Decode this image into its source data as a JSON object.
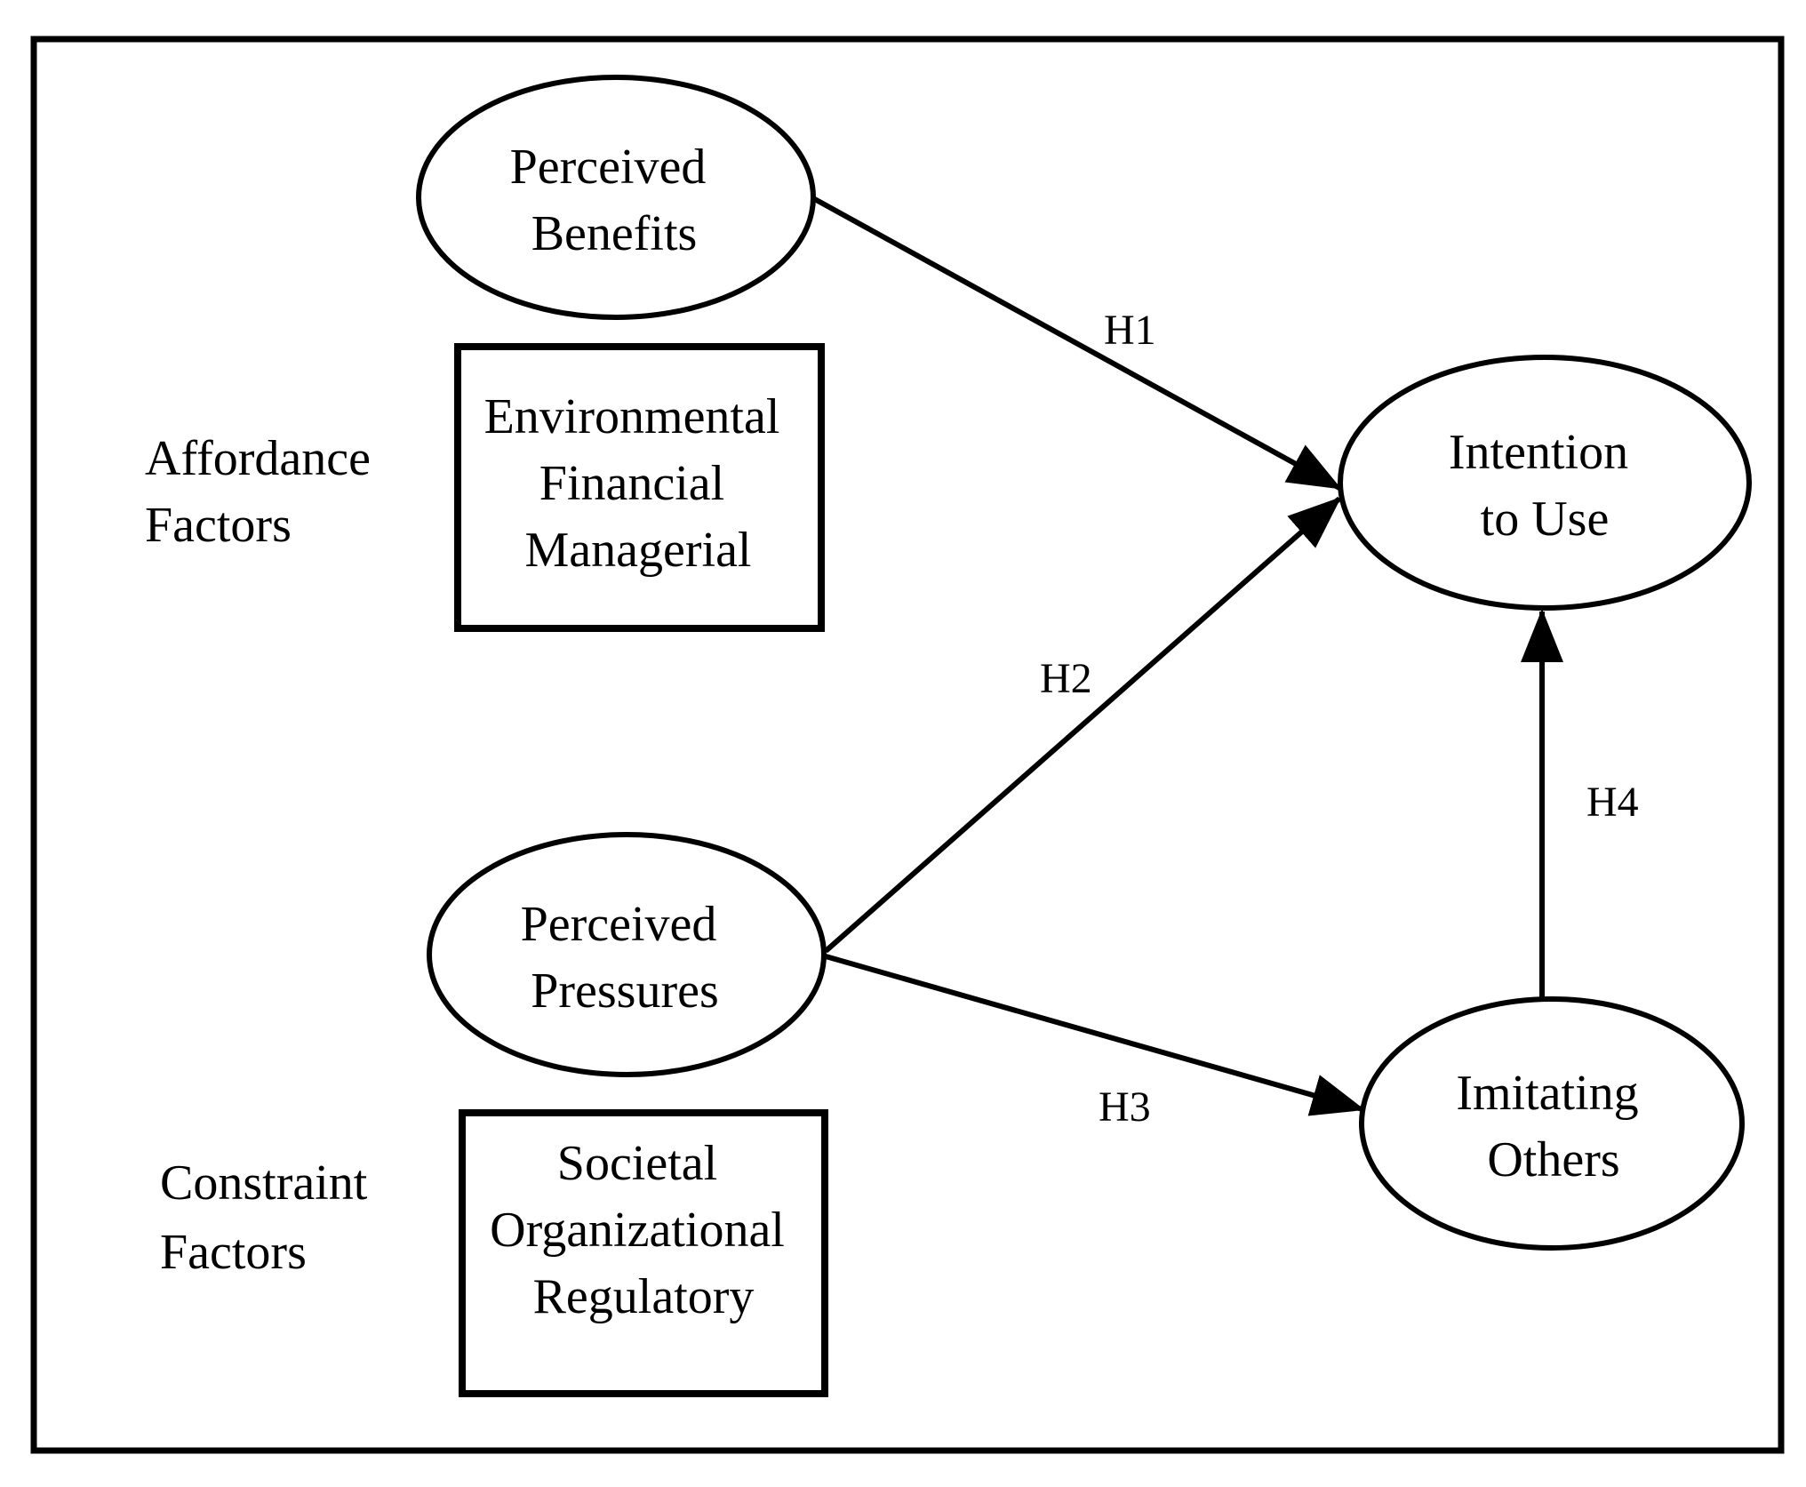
{
  "side_labels": {
    "affordance": [
      "Affordance",
      "Factors"
    ],
    "constraint": [
      "Constraint",
      "Factors"
    ]
  },
  "nodes": {
    "perceived_benefits": [
      "Perceived",
      "Benefits"
    ],
    "perceived_pressures": [
      "Perceived",
      "Pressures"
    ],
    "intention_to_use": [
      "Intention",
      "to Use"
    ],
    "imitating_others": [
      "Imitating",
      "Others"
    ]
  },
  "boxes": {
    "affordance_box": [
      "Environmental",
      "Financial",
      "Managerial"
    ],
    "constraint_box": [
      "Societal",
      "Organizational",
      "Regulatory"
    ]
  },
  "hypotheses": {
    "h1": "H1",
    "h2": "H2",
    "h3": "H3",
    "h4": "H4"
  }
}
